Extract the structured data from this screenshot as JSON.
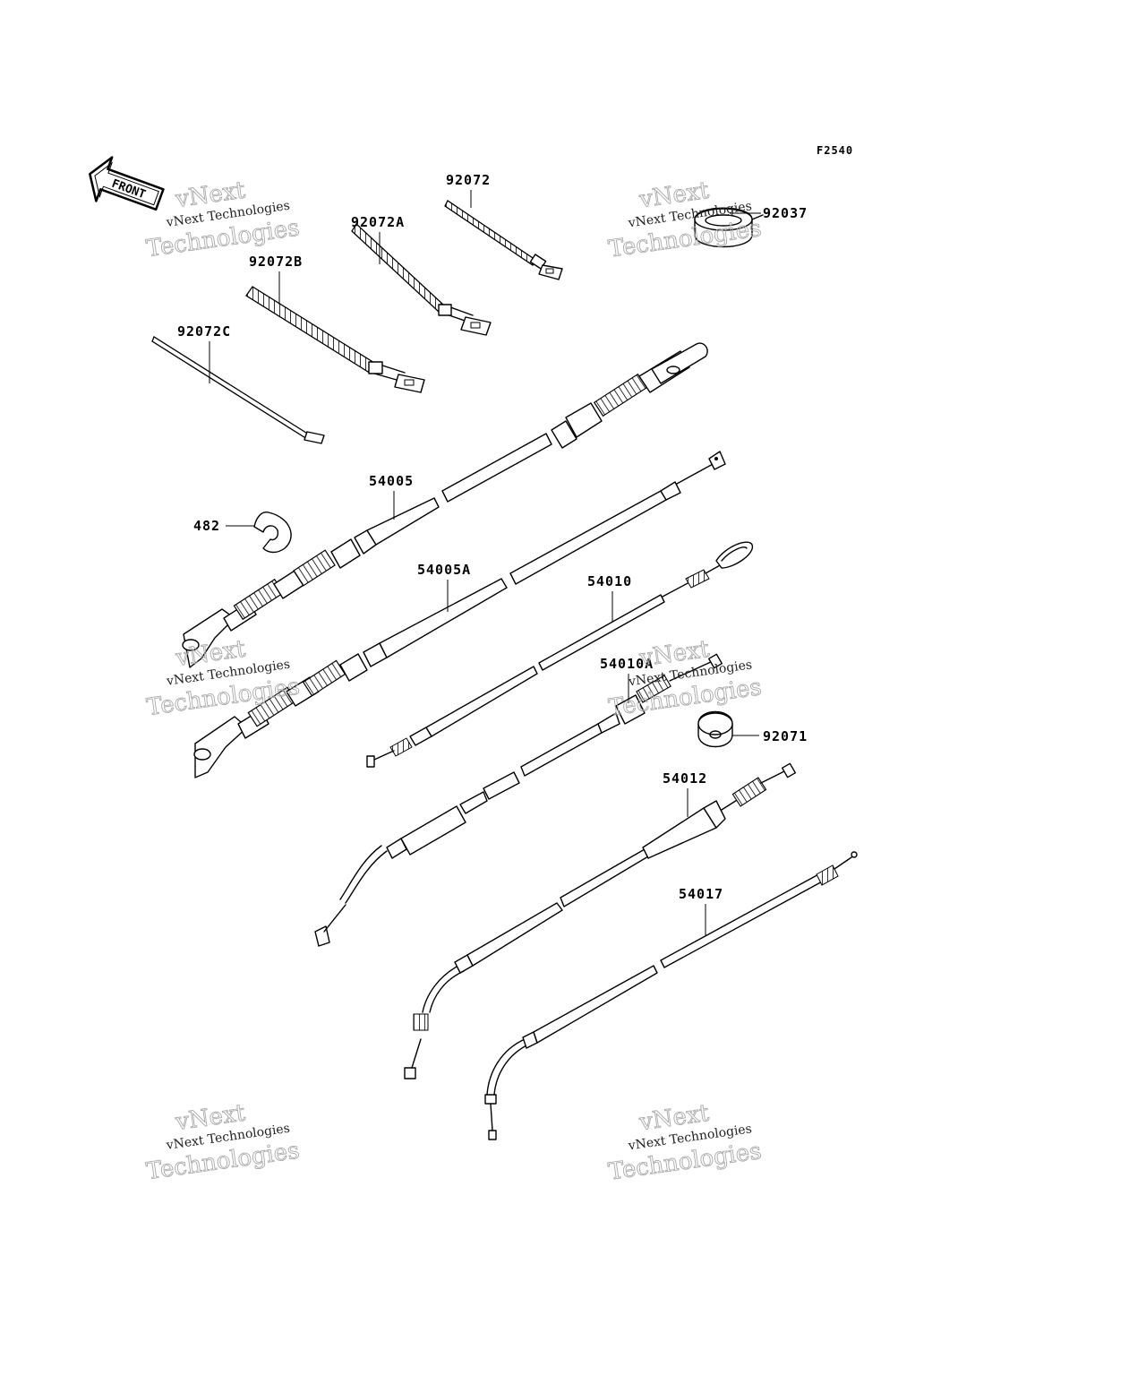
{
  "diagram_code": "F2540",
  "front_label": "FRONT",
  "parts": {
    "p92072": "92072",
    "p92072A": "92072A",
    "p92072B": "92072B",
    "p92072C": "92072C",
    "p92037": "92037",
    "p54005": "54005",
    "p482": "482",
    "p54005A": "54005A",
    "p54010": "54010",
    "p54010A": "54010A",
    "p92071": "92071",
    "p54012": "54012",
    "p54017": "54017"
  },
  "watermark": {
    "line1": "vNext",
    "line2": "vNext Technologies",
    "line3": "Technologies"
  }
}
